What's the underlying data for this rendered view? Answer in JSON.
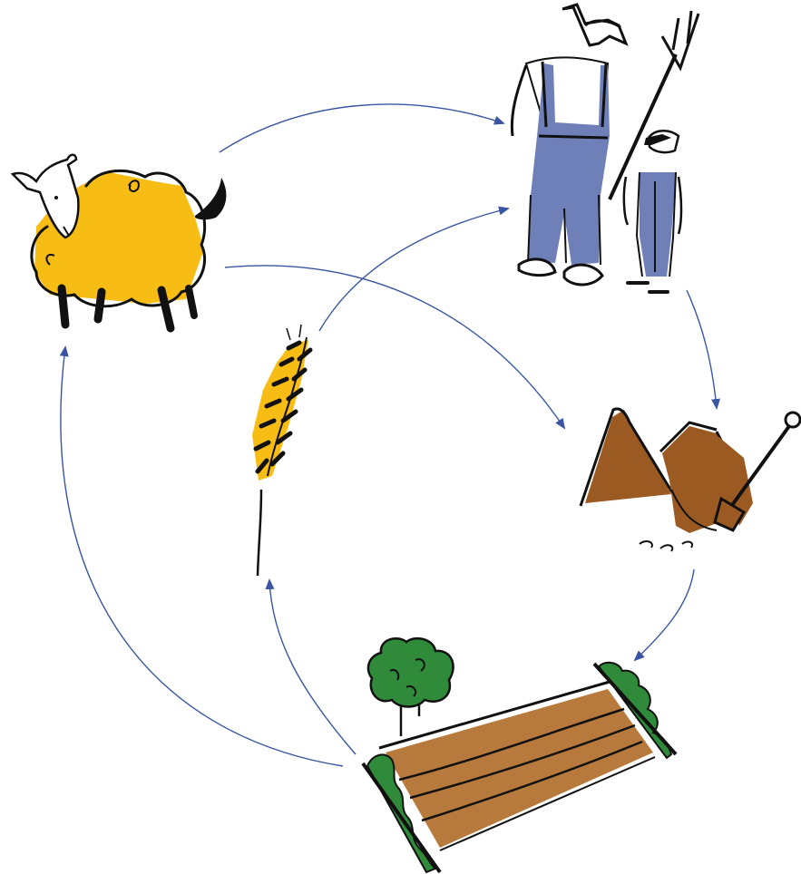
{
  "diagram": {
    "nodes": [
      {
        "id": "sheep",
        "icon": "sheep-icon"
      },
      {
        "id": "farmers",
        "icon": "farmers-icon"
      },
      {
        "id": "manure",
        "icon": "manure-pile-icon"
      },
      {
        "id": "field",
        "icon": "plowed-field-icon"
      },
      {
        "id": "wheat",
        "icon": "wheat-stalk-icon"
      }
    ],
    "edges": [
      {
        "from": "sheep",
        "to": "farmers"
      },
      {
        "from": "sheep",
        "to": "manure"
      },
      {
        "from": "farmers",
        "to": "manure"
      },
      {
        "from": "manure",
        "to": "field"
      },
      {
        "from": "field",
        "to": "wheat"
      },
      {
        "from": "field",
        "to": "sheep"
      },
      {
        "from": "wheat",
        "to": "farmers"
      }
    ],
    "colors": {
      "arrow": "#3a55a4",
      "wool": "#f7bd14",
      "overalls": "#6f7fb8",
      "manure": "#9c5a23",
      "soil": "#b87a3c",
      "foliage": "#2f8a3a",
      "ink": "#111111"
    }
  }
}
